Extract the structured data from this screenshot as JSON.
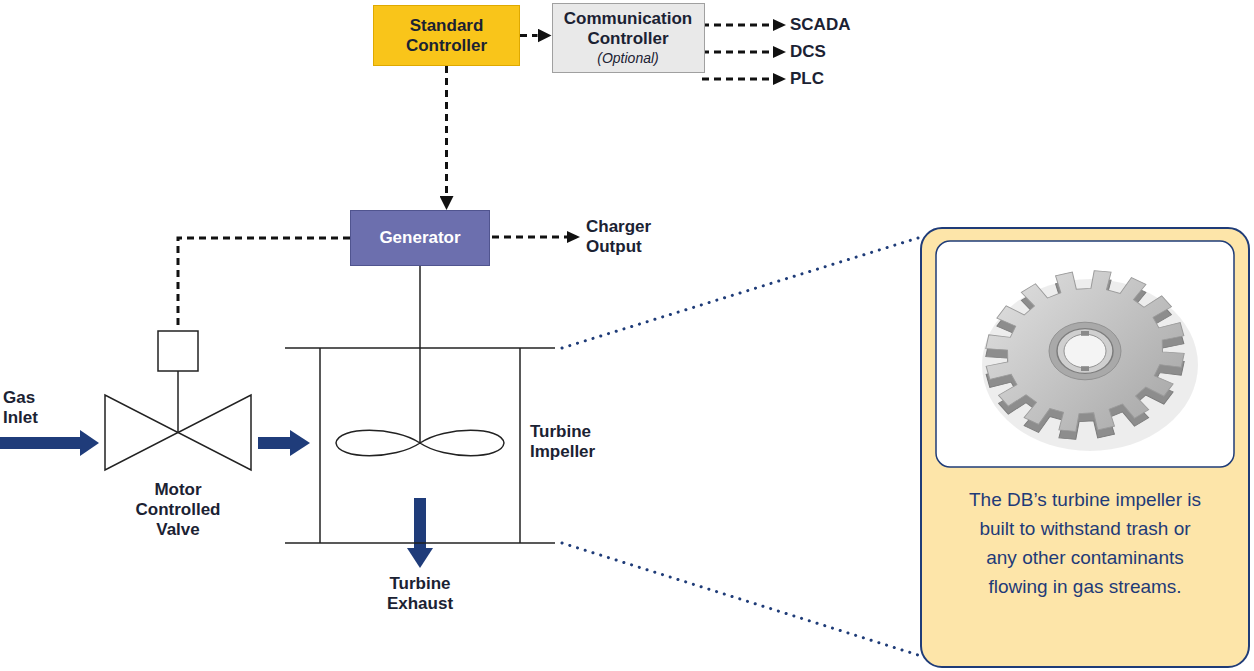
{
  "diagram": {
    "nodes": [
      {
        "text": [
          "Standard Controller"
        ]
      },
      {
        "text": [
          "Communication Controller",
          "(Optional)"
        ]
      },
      {
        "text": [
          "Generator"
        ]
      },
      {
        "text": [
          "Motor Controlled Valve"
        ]
      },
      {
        "text": [
          "Turbine Impeller"
        ]
      },
      {
        "text": [
          "The DB’s turbine impeller is built to withstand trash or any other contaminants flowing in gas streams."
        ]
      }
    ],
    "edges": [
      {
        "from": 0,
        "to": 1,
        "arrow": "to"
      },
      {
        "from": 0,
        "to": 2,
        "arrow": "to"
      },
      {
        "from": 2,
        "to": 3,
        "arrow": "none"
      },
      {
        "from": 3,
        "to": 4,
        "arrow": "to"
      },
      {
        "from": 2,
        "to": 4,
        "arrow": "none"
      }
    ],
    "labels": [
      "SCADA",
      "DCS",
      "PLC",
      "Charger Output",
      "Gas Inlet",
      "Turbine Exhaust"
    ]
  }
}
